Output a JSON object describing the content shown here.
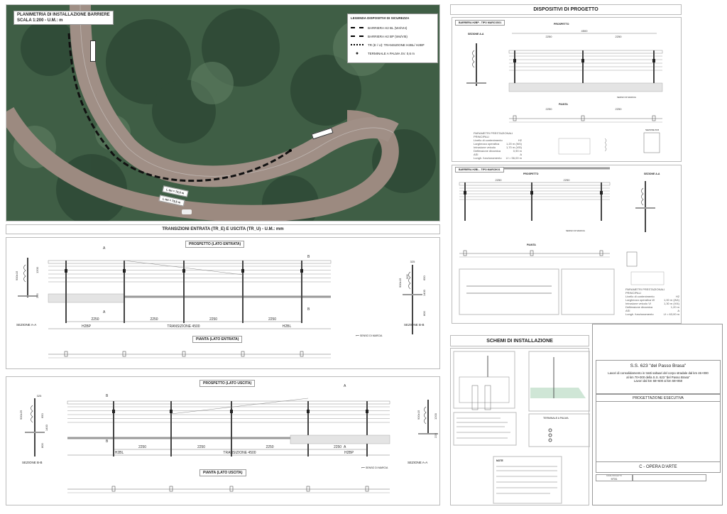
{
  "map": {
    "title_line1": "PLANIMETRIA DI INSTALLAZIONE BARRIERE",
    "title_line2": "SCALA 1:200 - U.M.: m",
    "legend_title": "LEGENDA DISPOSITIVI DI SICUREZZA",
    "legend_items": [
      {
        "label": "BARRIERA H2 BL (W4/VI4)",
        "symbol": "dash-line"
      },
      {
        "label": "BARRIERA H2 BP (W4/VI5)",
        "symbol": "dash-line"
      },
      {
        "label": "TR (E / U): TRANSIZIONE H2BL/ H2BP",
        "symbol": "dotted-line"
      },
      {
        "label": "TERMINALE A PALMA SV. 0,6 m",
        "symbol": "dot"
      }
    ],
    "length_labels": [
      "L tot = 72,0 m",
      "L tot = 73,5 m"
    ]
  },
  "transitions": {
    "title": "TRANSIZIONI ENTRATA (TR_E) E USCITA (TR_U) - U.M.: mm",
    "entrata": {
      "prospetto": "PROSPETTO (LATO ENTRATA)",
      "pianta": "PIANTA (LATO ENTRATA)",
      "spacings": [
        "2250",
        "2250",
        "2250",
        "2250"
      ],
      "segments": [
        "H2BP",
        "TRANSIZIONE 4500",
        "H2BL"
      ],
      "section_left": "SEZIONE A-A",
      "section_right": "SEZIONE B-B",
      "dims_left": [
        "900±15",
        "1200",
        "225"
      ],
      "dims_right": [
        "325",
        "505",
        "900±15",
        "650",
        "1400",
        "800"
      ],
      "direction": "SENSO DI MARCIA",
      "cut_a": "A",
      "cut_b": "B"
    },
    "uscita": {
      "prospetto": "PROSPETTO    (LATO USCITA)",
      "pianta": "PIANTA    (LATO USCITA)",
      "spacings": [
        "2250",
        "2250",
        "2250",
        "2250"
      ],
      "segments": [
        "H2BL",
        "TRANSIZIONE 4500",
        "H2BP"
      ],
      "section_left": "SEZIONE B-B",
      "section_right": "SEZIONE A-A",
      "dims_left": [
        "325",
        "900±25",
        "650",
        "1400",
        "800"
      ],
      "dims_right": [
        "900±15",
        "1200",
        "225"
      ],
      "direction": "SENSO DI MARCIA",
      "cut_a": "A",
      "cut_b": "B"
    }
  },
  "devices": {
    "title": "DISPOSITIVI DI PROGETTO",
    "h2bp": {
      "label": "BARRIERA H2BP - TIPO MARCOS01",
      "prospetto": "PROSPETTO",
      "section": "SEZIONE A-A",
      "pianta": "PIANTA",
      "direction": "SENSO DI MARCIA",
      "total": "4500",
      "spacings": [
        "2250",
        "2250"
      ],
      "params_title": "PARAMETRI PRESTAZIONALI PRINCIPALI",
      "params": [
        [
          "Livello di contenimento",
          "H2"
        ],
        [
          "Larghezza operativa",
          "1,20 m (W4)"
        ],
        [
          "Intrusione veicolo",
          "1,70 m (VI5)"
        ],
        [
          "Deflessione dinamica",
          "0,90 m"
        ],
        [
          "ASI",
          "A"
        ],
        [
          "Lungh. funzionamento",
          "Lf = 56,00 m"
        ]
      ],
      "section_bb": "SEZIONE B-B"
    },
    "h2bl": {
      "label": "BARRIERA H2BL - TIPO MARCIK01",
      "prospetto": "PROSPETTO",
      "section": "SEZIONE A-A",
      "pianta": "PIANTA",
      "direction": "SENSO DI MARCIA",
      "spacings": [
        "2250",
        "2250"
      ],
      "params_title": "PARAMETRI PRESTAZIONALI PRINCIPALI",
      "params": [
        [
          "Livello di contenimento",
          "H2"
        ],
        [
          "Larghezza operativa W",
          "1,00 m (W4)"
        ],
        [
          "Intrusione veicolo VI",
          "1,30 m (VI4)"
        ],
        [
          "Deflessione dinamica",
          "1,20 m"
        ],
        [
          "ASI",
          "A"
        ],
        [
          "Lungh. funzionamento",
          "Lf = 63,00 m"
        ]
      ]
    }
  },
  "schemes": {
    "title": "SCHEMI DI INSTALLAZIONE",
    "terminal_title": "TERMINALE A PALMA",
    "notes_title": "NOTE"
  },
  "title_block": {
    "road": "S.S.     623 \"del Passo Brasa\"",
    "description_1": "Lavori di consolidamento in tratti saltuari del corpo stradale dal km 46+000",
    "description_2": "al km 70+000 della S.S. 623 \"del Passo Brasa\"",
    "description_3": "Lavori dal km 68+600 al km 68+850",
    "phase": "PROGETTAZIONE ESECUTIVA",
    "category": "C - OPERA D'ARTE",
    "code_label": "NOME PROGETTO",
    "code_value": "9731"
  }
}
